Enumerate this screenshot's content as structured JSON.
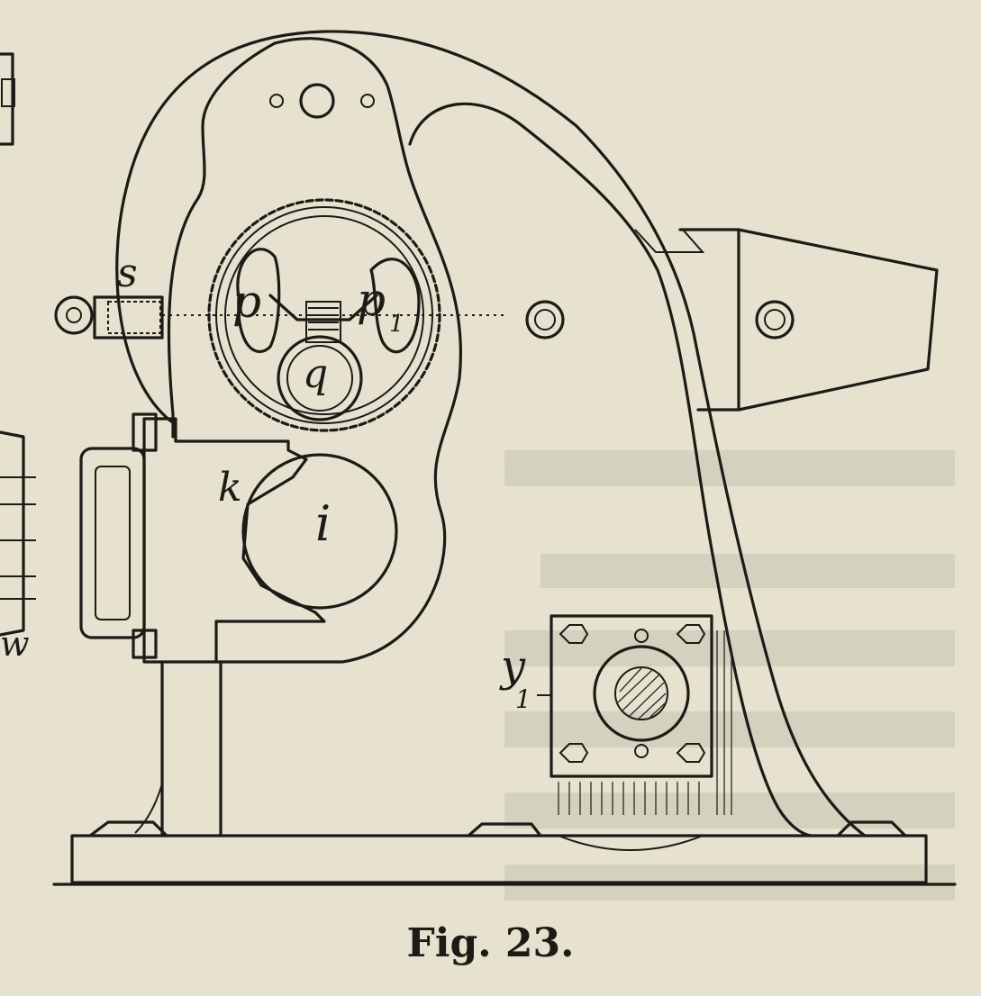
{
  "caption": "Fig. 23.",
  "labels": {
    "s": "s",
    "p": "p",
    "p1": "p",
    "p1_sub": "1",
    "q": "q",
    "k": "k",
    "i": "i",
    "w": "w",
    "y1": "y",
    "y1_sub": "1"
  },
  "colors": {
    "paper": "#e6e2cf",
    "ink": "#1d1b16"
  }
}
